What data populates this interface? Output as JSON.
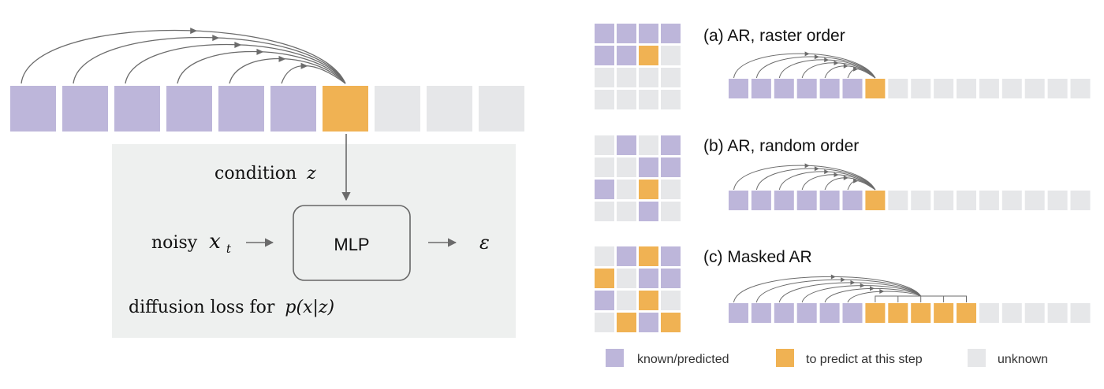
{
  "colors": {
    "known": "#bdb6da",
    "predict": "#f0b253",
    "unknown": "#e6e7e9",
    "panel_bg": "#eef0ef",
    "arrow": "#6b6b6b"
  },
  "left": {
    "sequence": [
      "known",
      "known",
      "known",
      "known",
      "known",
      "known",
      "predict",
      "unknown",
      "unknown",
      "unknown"
    ],
    "condition_word": "condition",
    "condition_var": "z",
    "noisy_word": "noisy",
    "noisy_var": "x",
    "noisy_sub": "t",
    "mlp_label": "MLP",
    "output_symbol": "ε",
    "loss_text": "diffusion loss for",
    "loss_math": "p(x|z)"
  },
  "panels": [
    {
      "label": "(a) AR, raster order",
      "grid": [
        [
          "known",
          "known",
          "known",
          "known"
        ],
        [
          "known",
          "known",
          "predict",
          "unknown"
        ],
        [
          "unknown",
          "unknown",
          "unknown",
          "unknown"
        ],
        [
          "unknown",
          "unknown",
          "unknown",
          "unknown"
        ]
      ],
      "sequence": [
        "known",
        "known",
        "known",
        "known",
        "known",
        "known",
        "predict",
        "unknown",
        "unknown",
        "unknown",
        "unknown",
        "unknown",
        "unknown",
        "unknown",
        "unknown",
        "unknown"
      ]
    },
    {
      "label": "(b) AR, random order",
      "grid": [
        [
          "unknown",
          "known",
          "unknown",
          "known"
        ],
        [
          "unknown",
          "unknown",
          "known",
          "known"
        ],
        [
          "known",
          "unknown",
          "predict",
          "unknown"
        ],
        [
          "unknown",
          "unknown",
          "known",
          "unknown"
        ]
      ],
      "sequence": [
        "known",
        "known",
        "known",
        "known",
        "known",
        "known",
        "predict",
        "unknown",
        "unknown",
        "unknown",
        "unknown",
        "unknown",
        "unknown",
        "unknown",
        "unknown",
        "unknown"
      ]
    },
    {
      "label": "(c) Masked AR",
      "grid": [
        [
          "unknown",
          "known",
          "predict",
          "known"
        ],
        [
          "predict",
          "unknown",
          "known",
          "known"
        ],
        [
          "known",
          "unknown",
          "predict",
          "unknown"
        ],
        [
          "unknown",
          "predict",
          "known",
          "predict"
        ]
      ],
      "sequence": [
        "known",
        "known",
        "known",
        "known",
        "known",
        "known",
        "predict",
        "predict",
        "predict",
        "predict",
        "predict",
        "unknown",
        "unknown",
        "unknown",
        "unknown",
        "unknown"
      ]
    }
  ],
  "legend": [
    {
      "state": "known",
      "label": "known/predicted"
    },
    {
      "state": "predict",
      "label": "to predict at this step"
    },
    {
      "state": "unknown",
      "label": "unknown"
    }
  ]
}
